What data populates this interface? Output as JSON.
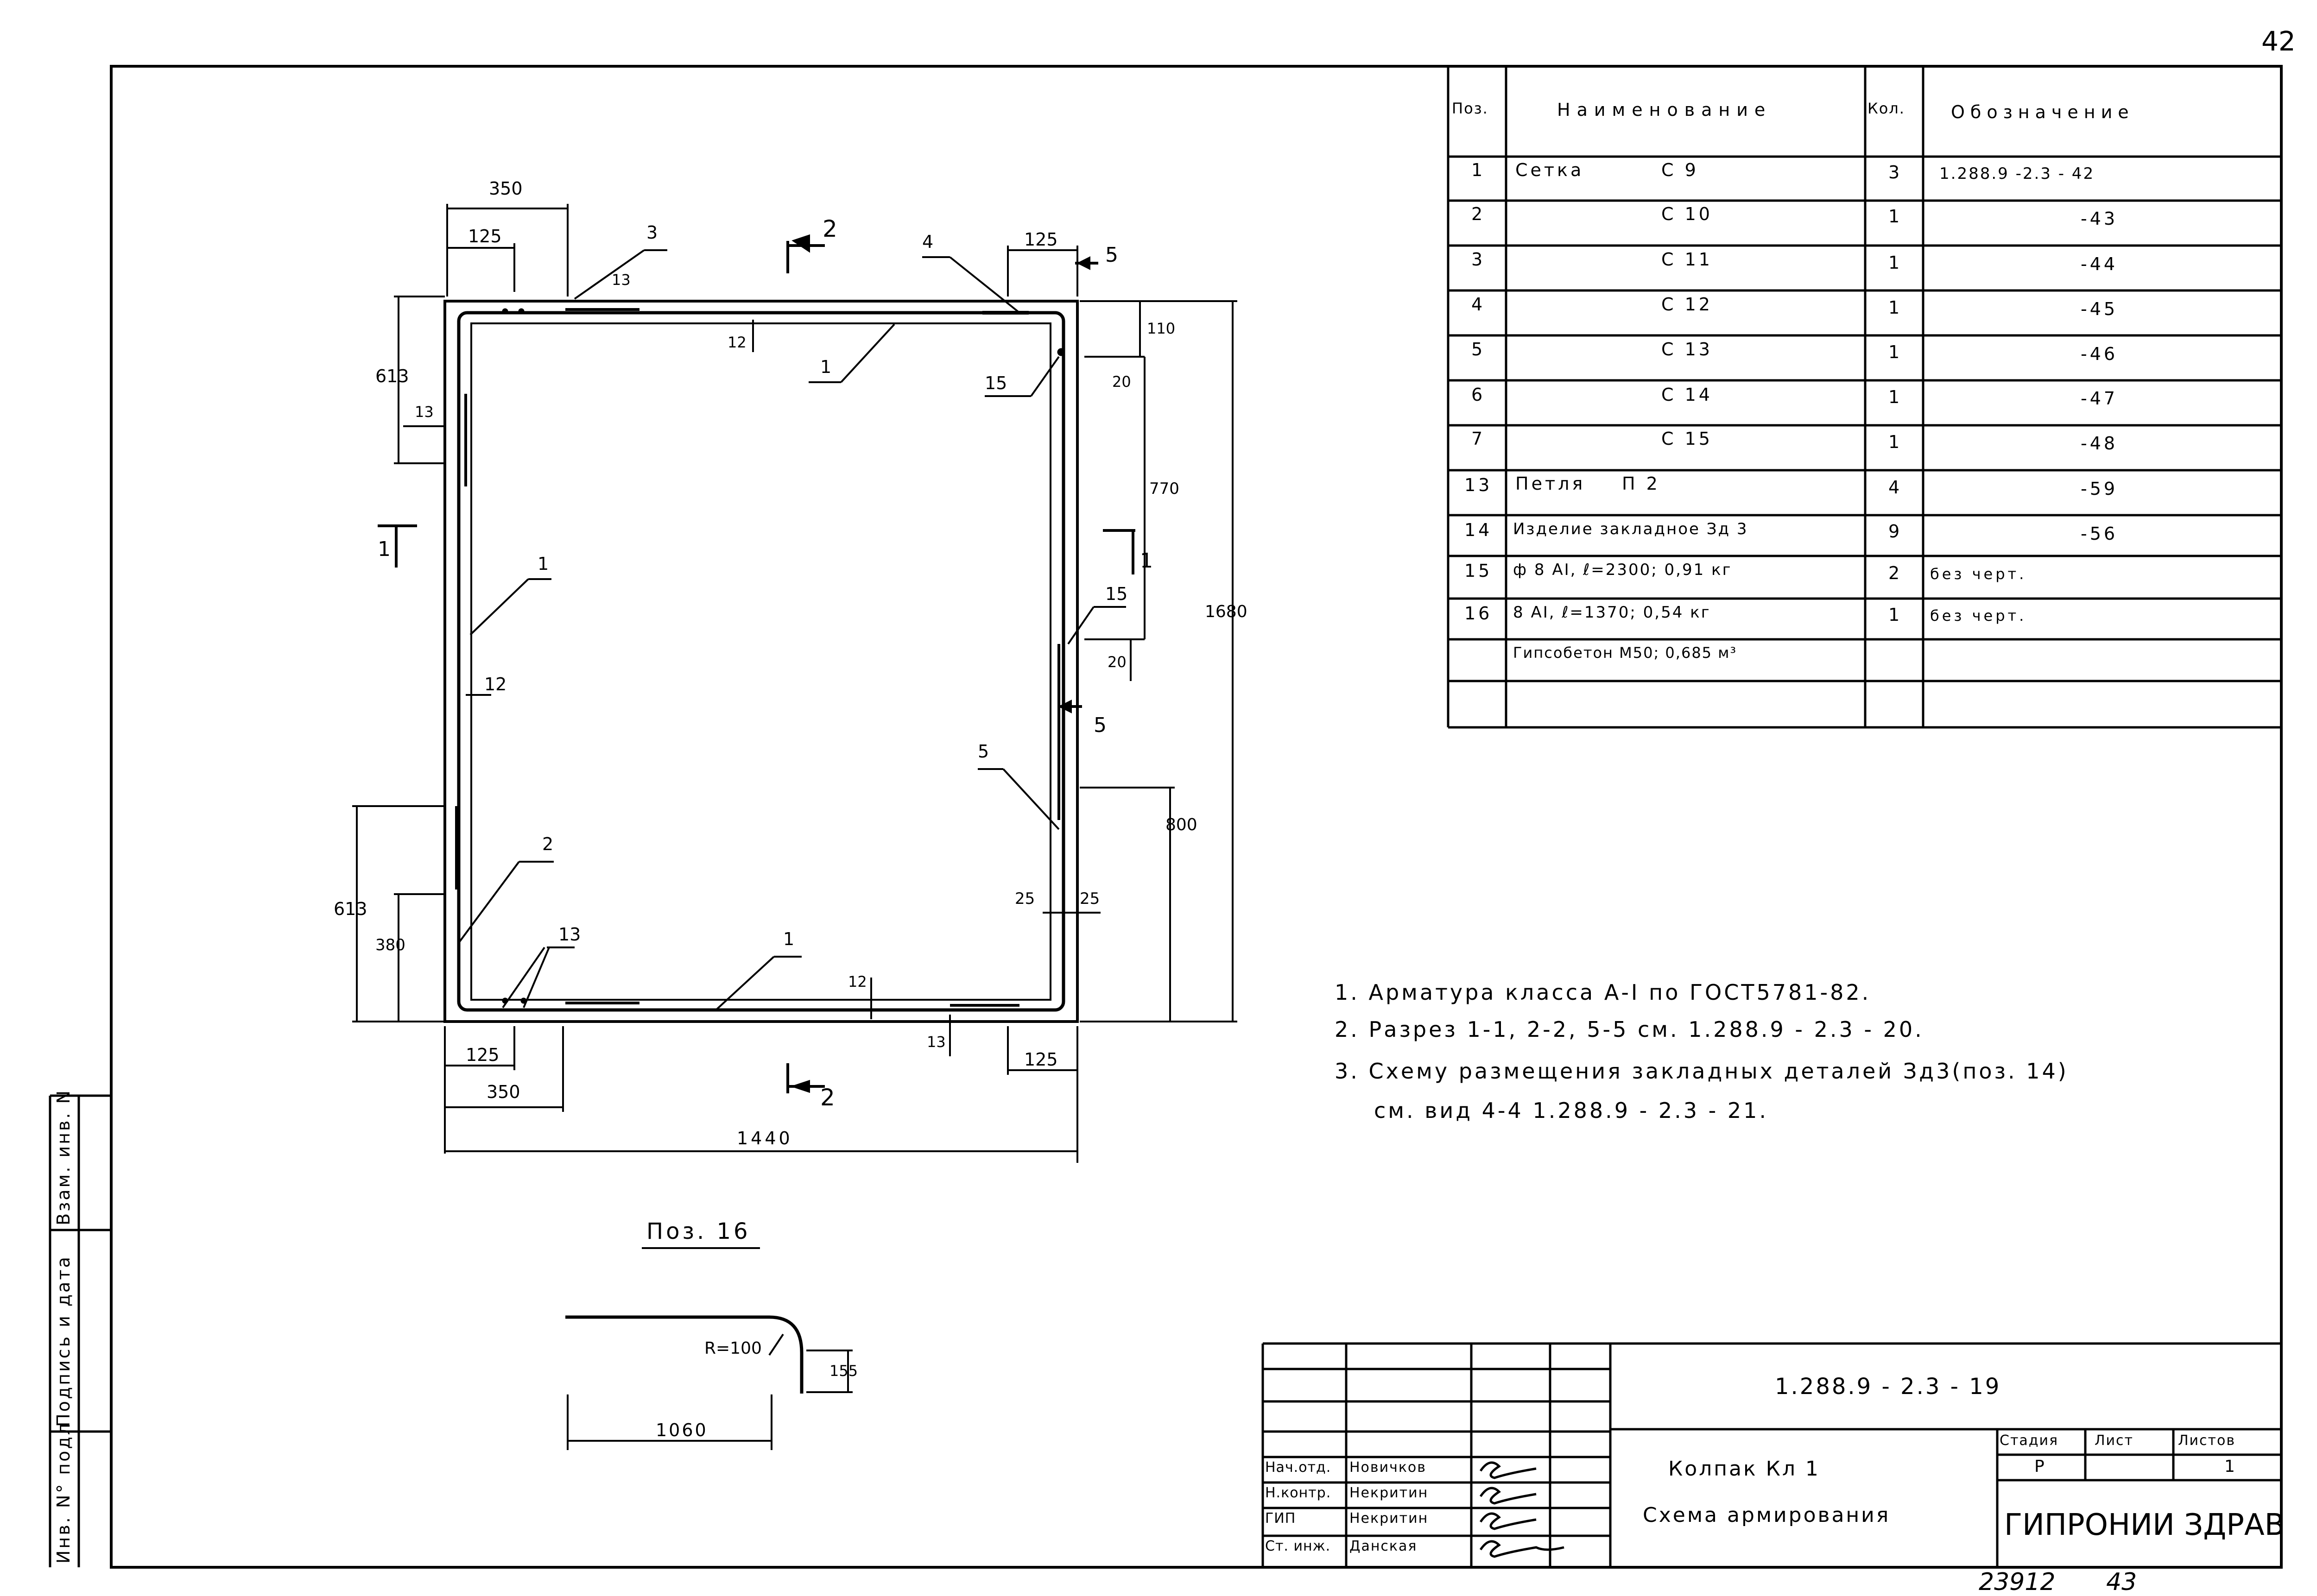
{
  "sheet": {
    "number": "42",
    "stamp_left": "23912",
    "stamp_right": "43",
    "doc_code": "1.288.9 - 2.3 - 19"
  },
  "spec": {
    "headers": [
      "Поз.",
      "Наименование",
      "Кол.",
      "Обозначение"
    ],
    "rows": [
      {
        "pos": "1",
        "name": "Сетка",
        "mark": "С 9",
        "qty": "3",
        "designation": "1.288.9 -2.3 - 42"
      },
      {
        "pos": "2",
        "name": "",
        "mark": "С 10",
        "qty": "1",
        "designation": "-43"
      },
      {
        "pos": "3",
        "name": "",
        "mark": "С 11",
        "qty": "1",
        "designation": "-44"
      },
      {
        "pos": "4",
        "name": "",
        "mark": "С 12",
        "qty": "1",
        "designation": "-45"
      },
      {
        "pos": "5",
        "name": "",
        "mark": "С 13",
        "qty": "1",
        "designation": "-46"
      },
      {
        "pos": "6",
        "name": "",
        "mark": "С 14",
        "qty": "1",
        "designation": "-47"
      },
      {
        "pos": "7",
        "name": "",
        "mark": "С 15",
        "qty": "1",
        "designation": "-48"
      },
      {
        "pos": "13",
        "name": "Петля",
        "mark": "П 2",
        "qty": "4",
        "designation": "-59"
      },
      {
        "pos": "14",
        "name": "Изделие закладное Зд 3",
        "mark": "",
        "qty": "9",
        "designation": "-56"
      },
      {
        "pos": "15",
        "name": "ф 8 AI,  ℓ=2300;  0,91 кг",
        "mark": "",
        "qty": "2",
        "designation": "без черт."
      },
      {
        "pos": "16",
        "name": "8 AI,  ℓ=1370;  0,54 кг",
        "mark": "",
        "qty": "1",
        "designation": "без черт."
      },
      {
        "pos": "",
        "name": "Гипсобетон М50; 0,685 м³",
        "mark": "",
        "qty": "",
        "designation": ""
      }
    ]
  },
  "notes": [
    "1. Арматура класса А-I по ГОСТ5781-82.",
    "2. Разрез 1-1, 2-2, 5-5 см. 1.288.9 - 2.3 - 20.",
    "3. Схему размещения закладных деталей  Зд3(поз. 14)",
    "см.  вид  4-4   1.288.9 - 2.3 - 21."
  ],
  "drawing": {
    "dims": {
      "top_350": "350",
      "top_125_left": "125",
      "top_125_right": "125",
      "left_613_top": "613",
      "left_13": "13",
      "left_613_bottom": "613",
      "left_380": "380",
      "right_110": "110",
      "right_20_top": "20",
      "right_770": "770",
      "right_1680": "1680",
      "right_20_mid": "20",
      "right_800": "800",
      "bottom_125_left": "125",
      "bottom_350": "350",
      "bottom_1440": "1440",
      "bottom_125_right": "125",
      "inner_25_left": "25",
      "inner_25_right": "25",
      "dim_12_top": "12",
      "dim_12_bottom": "12",
      "dim_13_top": "13",
      "dim_13_bottom": "13"
    },
    "leaders": {
      "l1_top": "1",
      "l1_left": "1",
      "l1_bottom": "1",
      "l2": "2",
      "l3": "3",
      "l4": "4",
      "l5": "5",
      "l12": "12",
      "l13": "13",
      "l15_top": "15",
      "l15_right": "15"
    },
    "sections": {
      "s2_top": "2",
      "s2_bottom": "2",
      "s5_top": "5",
      "s5_right": "5",
      "s1_left": "1",
      "s1_right": "1"
    }
  },
  "pos16": {
    "title": "Поз. 16",
    "radius": "R=100",
    "length": "1060",
    "height": "155"
  },
  "title_block": {
    "roles": [
      "Нач.отд.",
      "Н.контр.",
      "ГИП",
      "Ст. инж."
    ],
    "names": [
      "Новичков",
      "Некритин",
      "Некритин",
      "Данская"
    ],
    "object_name": "Колпак  Кл 1",
    "sheet_name": "Схема  армирования",
    "stage_label": "Стадия",
    "sheet_label": "Лист",
    "sheets_label": "Листов",
    "stage": "Р",
    "sheets_total": "1",
    "org": "ГИПРОНИИ ЗДРАВ"
  },
  "side_stamp": {
    "f1": "Инв. N° подл",
    "f2": "Подпись и дата",
    "f3": "Взам. инв. N"
  }
}
